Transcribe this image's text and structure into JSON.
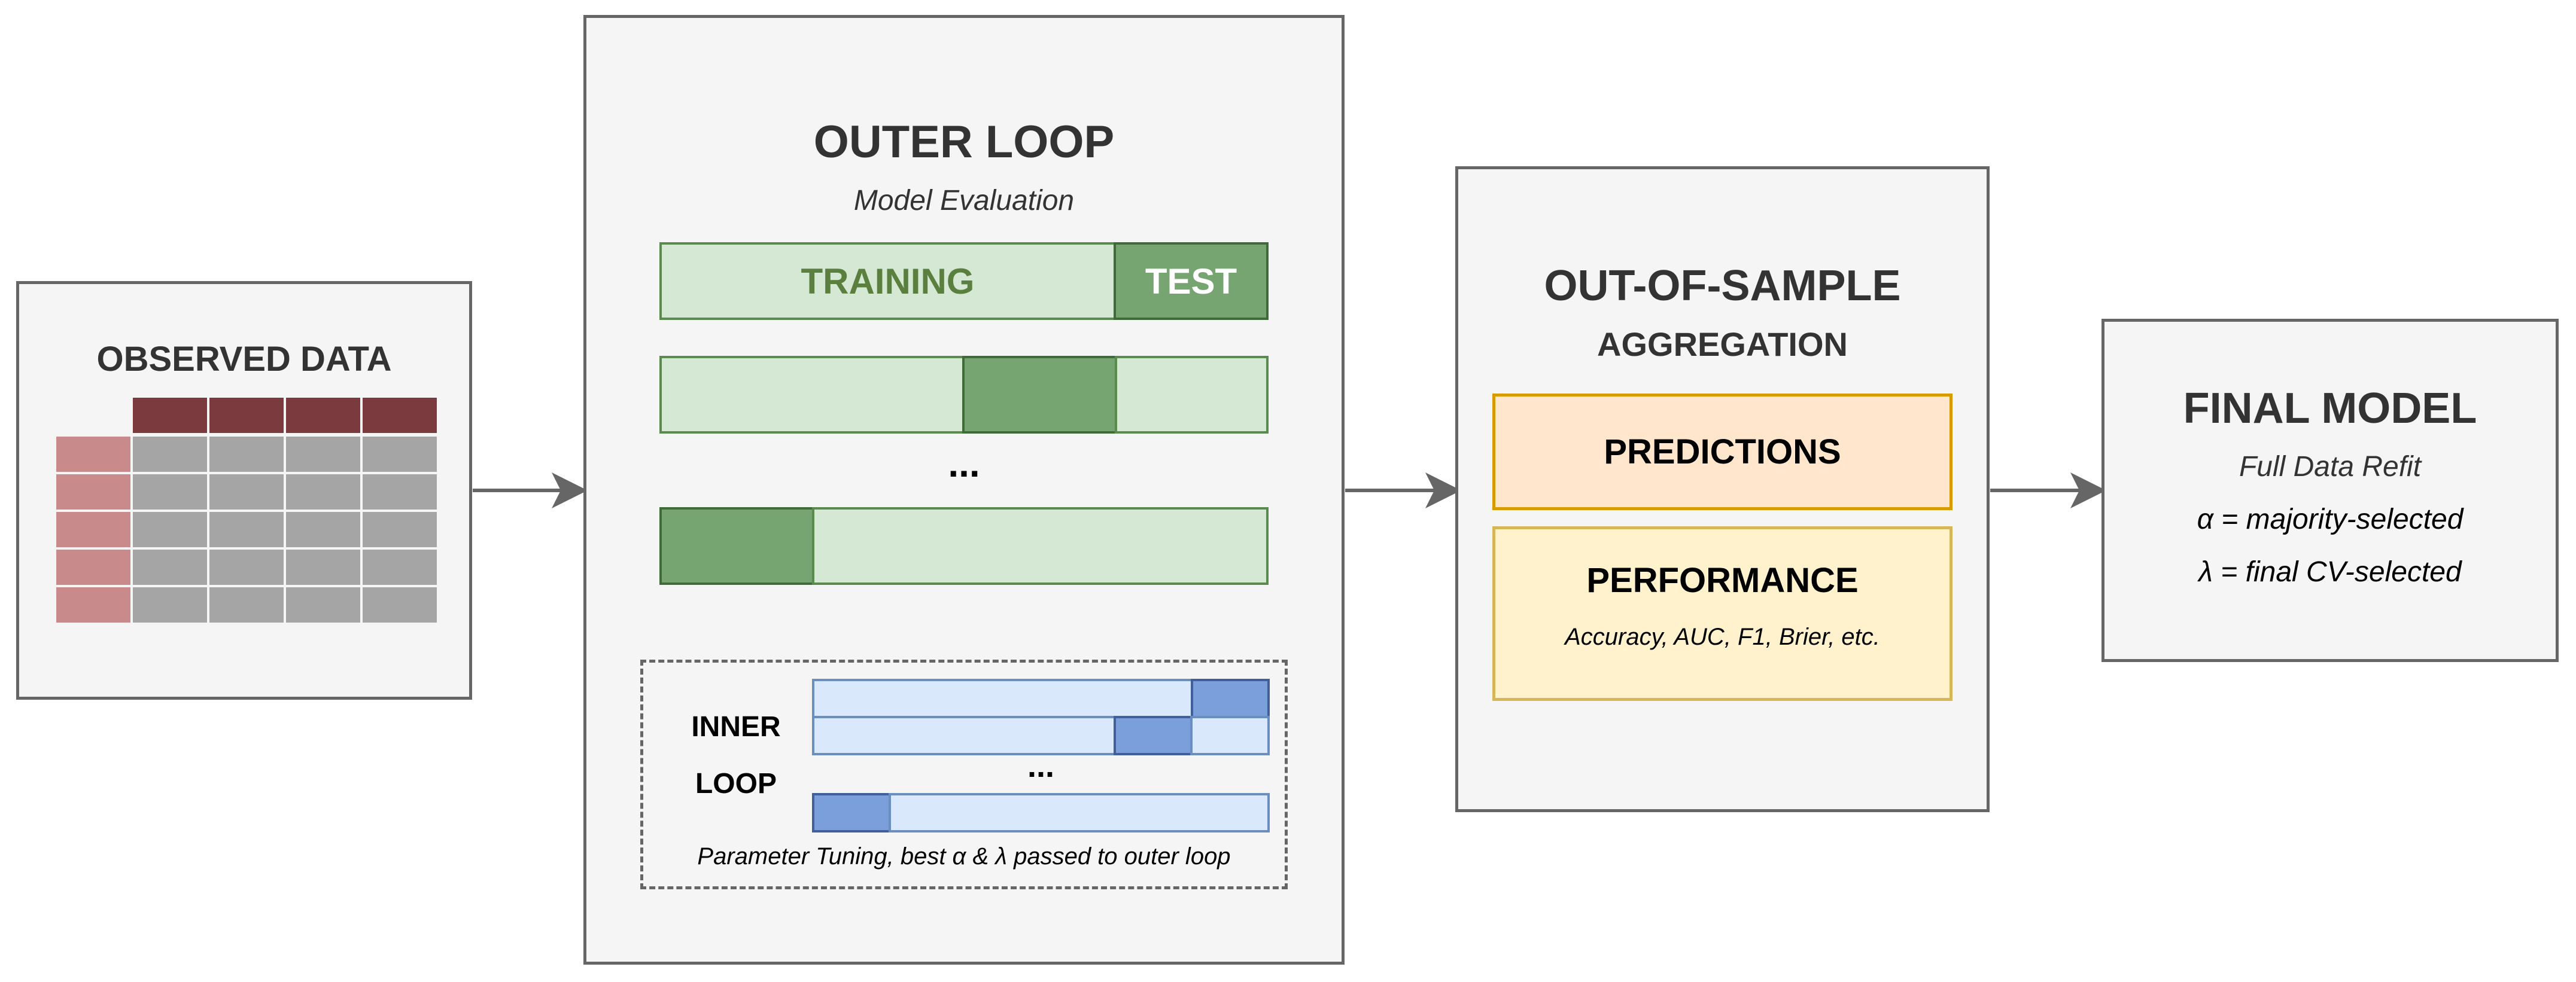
{
  "observed": {
    "title": "OBSERVED DATA"
  },
  "outer": {
    "title": "OUTER LOOP",
    "subtitle": "Model Evaluation",
    "training_label": "TRAINING",
    "test_label": "TEST",
    "ellipsis": "..."
  },
  "inner": {
    "label_line1": "INNER",
    "label_line2": "LOOP",
    "ellipsis": "...",
    "caption": "Parameter Tuning, best α & λ passed to outer loop"
  },
  "aggregation": {
    "title_line1": "OUT-OF-SAMPLE",
    "title_line2": "AGGREGATION",
    "predictions_label": "PREDICTIONS",
    "performance_label": "PERFORMANCE",
    "performance_metrics": "Accuracy, AUC, F1, Brier, etc."
  },
  "final": {
    "title": "FINAL MODEL",
    "subtitle": "Full Data Refit",
    "alpha_line": "α = majority-selected",
    "lambda_line": "λ = final CV-selected"
  },
  "colors": {
    "box_fill": "#f5f5f5",
    "box_border": "#666666",
    "table_header": "#7b3a3e",
    "table_row_header": "#c98a8c",
    "table_cell": "#a5a5a5",
    "train_fill": "#d5e8d4",
    "train_text": "#5a7f3e",
    "test_fill": "#76a572",
    "inner_light": "#dae8fc",
    "inner_dark": "#7b9fdb",
    "predictions_fill": "#ffe6cc",
    "predictions_border": "#d79b00",
    "performance_fill": "#fff2cc",
    "performance_border": "#d6b656"
  }
}
